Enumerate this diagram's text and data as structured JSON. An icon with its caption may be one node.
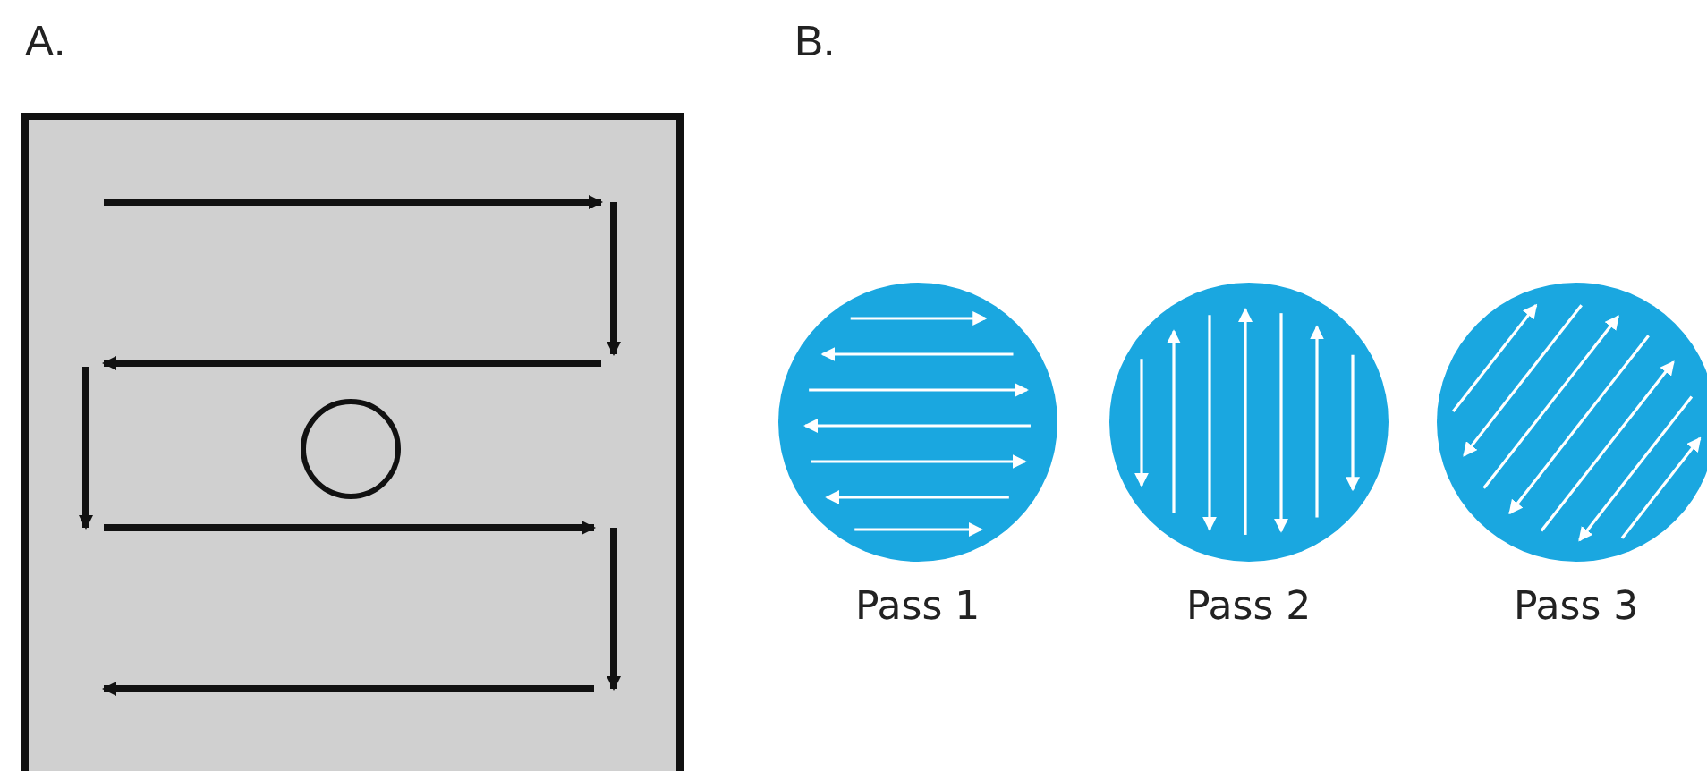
{
  "diagram": {
    "nodes": [
      {
        "text": [],
        "shape": "box"
      },
      {
        "text": [],
        "shape": "circle",
        "in": 0
      },
      {
        "text": [],
        "shape": "circle",
        "beside": [
          "Pass 1"
        ]
      },
      {
        "text": [],
        "shape": "circle",
        "beside": [
          "Pass 2"
        ]
      },
      {
        "text": [],
        "shape": "circle",
        "beside": [
          "Pass 3"
        ]
      }
    ],
    "labels": [
      "A.",
      "B."
    ]
  }
}
